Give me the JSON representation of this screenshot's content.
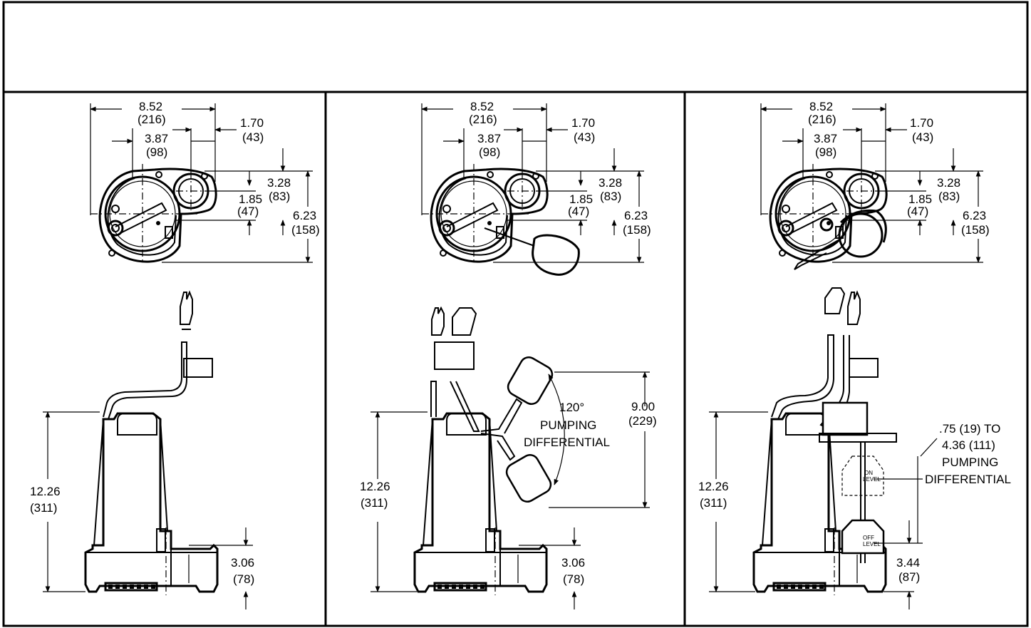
{
  "header": {
    "title": ""
  },
  "panels": [
    {
      "name": "panel-1",
      "top_view": {
        "w_in": "8.52",
        "w_mm": "(216)",
        "a_in": "3.87",
        "a_mm": "(98)",
        "b_in": "1.70",
        "b_mm": "(43)",
        "c_in": "3.28",
        "c_mm": "(83)",
        "d_in": "1.85",
        "d_mm": "(47)",
        "e_in": "6.23",
        "e_mm": "(158)"
      },
      "side_view": {
        "h_in": "12.26",
        "h_mm": "(311)",
        "f_in": "3.06",
        "f_mm": "(78)"
      }
    },
    {
      "name": "panel-2",
      "top_view": {
        "w_in": "8.52",
        "w_mm": "(216)",
        "a_in": "3.87",
        "a_mm": "(98)",
        "b_in": "1.70",
        "b_mm": "(43)",
        "c_in": "3.28",
        "c_mm": "(83)",
        "d_in": "1.85",
        "d_mm": "(47)",
        "e_in": "6.23",
        "e_mm": "(158)"
      },
      "side_view": {
        "h_in": "12.26",
        "h_mm": "(311)",
        "f_in": "3.06",
        "f_mm": "(78)",
        "diff_in": "9.00",
        "diff_mm": "(229)",
        "angle": "120°",
        "note_1": "PUMPING",
        "note_2": "DIFFERENTIAL"
      }
    },
    {
      "name": "panel-3",
      "top_view": {
        "w_in": "8.52",
        "w_mm": "(216)",
        "a_in": "3.87",
        "a_mm": "(98)",
        "b_in": "1.70",
        "b_mm": "(43)",
        "c_in": "3.28",
        "c_mm": "(83)",
        "d_in": "1.85",
        "d_mm": "(47)",
        "e_in": "6.23",
        "e_mm": "(158)"
      },
      "side_view": {
        "h_in": "12.26",
        "h_mm": "(311)",
        "f_in": "3.44",
        "f_mm": "(87)",
        "range_1": ".75 (19) TO",
        "range_2": "4.36 (111)",
        "note_1": "PUMPING",
        "note_2": "DIFFERENTIAL",
        "on_1": "ON",
        "on_2": "LEVEL",
        "off_1": "OFF",
        "off_2": "LEVEL"
      }
    }
  ]
}
